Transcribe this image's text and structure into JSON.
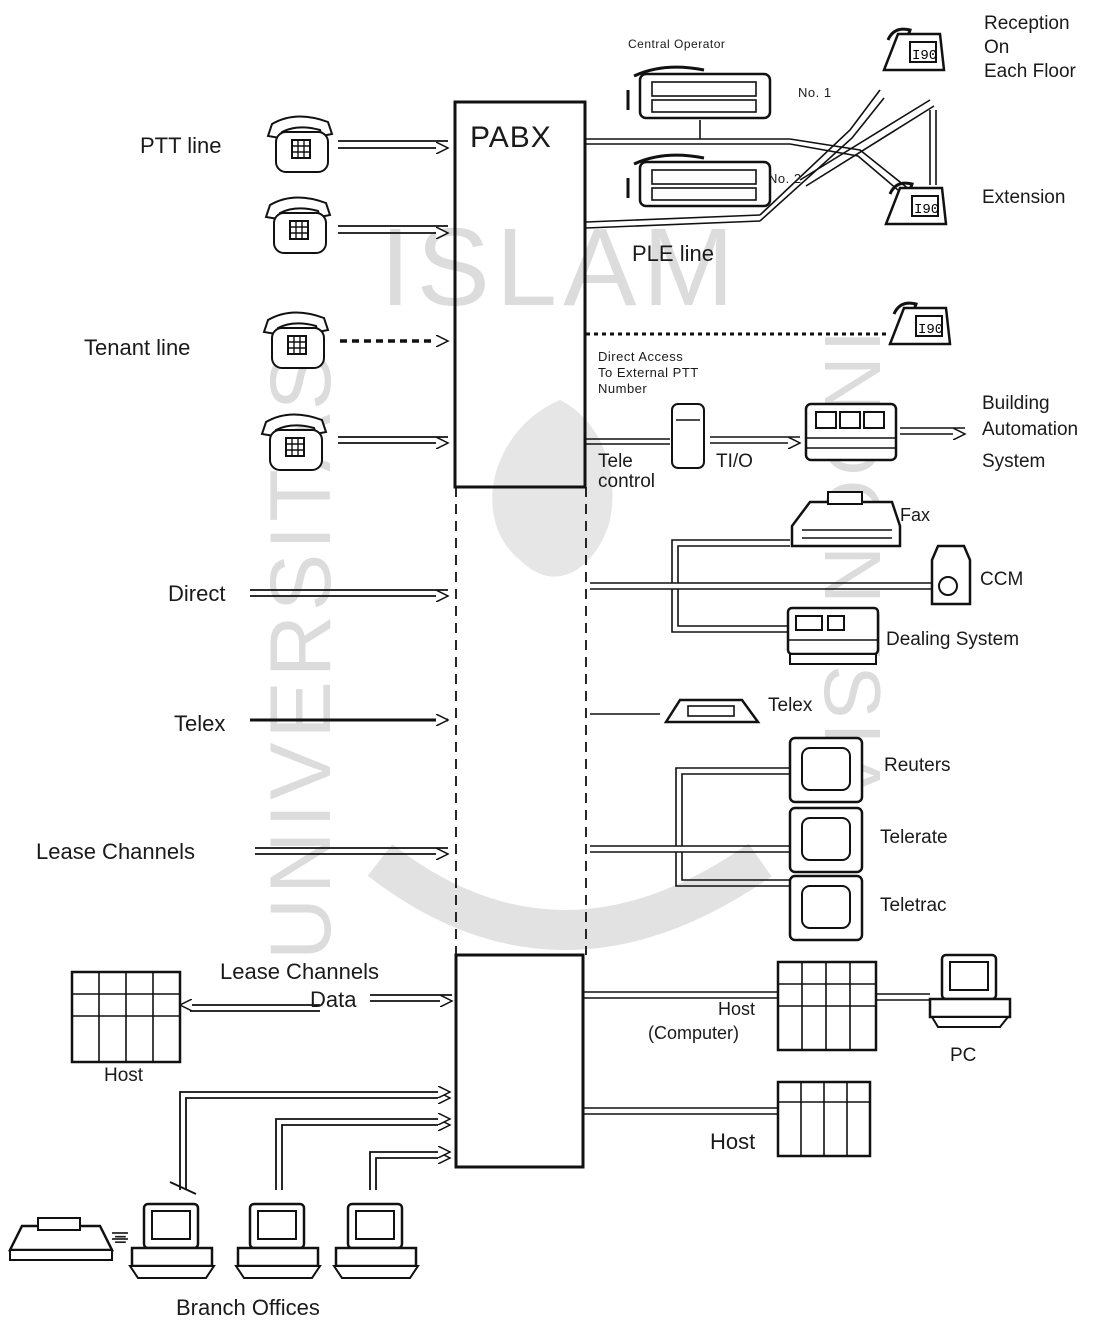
{
  "watermark": {
    "top_text": "ISLAM",
    "left_text": "UNIVERSITAS",
    "right_text": "INDONESIA",
    "color": "#d9d9d9"
  },
  "switch": {
    "title": "PABX"
  },
  "labels": {
    "ptt_line": "PTT line",
    "tenant_line": "Tenant line",
    "direct": "Direct",
    "telex_left": "Telex",
    "lease_channels": "Lease Channels",
    "lease_channels_data_1": "Lease Channels",
    "lease_channels_data_2": "Data",
    "host_left": "Host",
    "branch_offices": "Branch Offices",
    "central_operator": "Central Operator",
    "no_1": "No. 1",
    "no_2": "No. 2",
    "reception_1": "Reception",
    "reception_2": "On",
    "reception_3": "Each Floor",
    "extension": "Extension",
    "ple_line": "PLE line",
    "direct_access_1": "Direct Access",
    "direct_access_2": "To External PTT",
    "direct_access_3": "Number",
    "tele_control_1": "Tele",
    "tele_control_2": "control",
    "tio": "TI/O",
    "bas_1": "Building",
    "bas_2": "Automation",
    "bas_3": "System",
    "fax": "Fax",
    "ccm": "CCM",
    "dealing_system": "Dealing System",
    "telex_right": "Telex",
    "reuters": "Reuters",
    "telerate": "Telerate",
    "teletrac": "Teletrac",
    "host_computer_1": "Host",
    "host_computer_2": "(Computer)",
    "pc": "PC",
    "host_bottom": "Host"
  },
  "icons": [
    "telephone-icon",
    "operator-console-icon",
    "desk-phone-icon",
    "fax-machine-icon",
    "ccm-unit-icon",
    "dealing-terminal-icon",
    "telex-machine-icon",
    "monitor-icon",
    "host-computer-icon",
    "personal-computer-icon",
    "printer-icon",
    "tio-unit-icon",
    "automation-panel-icon"
  ]
}
